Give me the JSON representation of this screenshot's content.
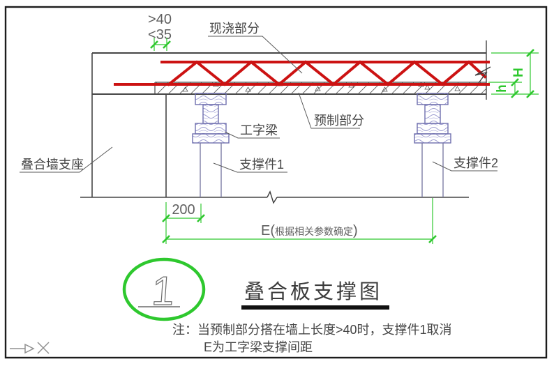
{
  "drawing": {
    "annotations": {
      "cast_in_place": "现浇部分",
      "precast": "预制部分",
      "i_beam": "工字梁",
      "support_1": "支撑件1",
      "support_2": "支撑件2",
      "wall_support": "叠合墙支座"
    },
    "dimensions": {
      "top_gt": ">40",
      "top_lt": "<35",
      "seat_length": "200",
      "spacing_prefix": "E(",
      "spacing_note": "根据相关参数确定",
      "spacing_suffix": ")",
      "height_total": "H",
      "height_precast": "h"
    },
    "title_block": {
      "number": "1",
      "title": "叠合板支撑图"
    },
    "notes": {
      "line1": "注：当预制部分搭在墙上长度>40时，支撑件1取消",
      "line2": "E为工字梁支撑间距"
    },
    "colors": {
      "truss": "#cc1212",
      "dimension": "#2ec82e",
      "beam_outline": "#6f6fae",
      "line": "#454545"
    }
  }
}
